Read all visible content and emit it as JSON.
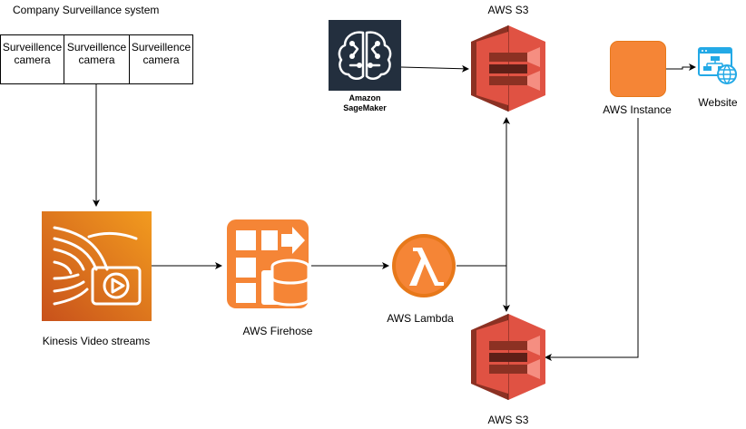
{
  "system": {
    "title": "Company Surveillance system",
    "cameras": [
      "Surveillence\ncamera",
      "Surveillence\ncamera",
      "Surveillence\ncamera"
    ]
  },
  "nodes": {
    "kinesis": "Kinesis Video streams",
    "firehose": "AWS Firehose",
    "lambda": "AWS Lambda",
    "s3_top": "AWS S3",
    "s3_bottom": "AWS S3",
    "sagemaker_line1": "Amazon",
    "sagemaker_line2": "SageMaker",
    "instance": "AWS Instance",
    "website": "Website"
  },
  "colors": {
    "aws_orange": "#e7781a",
    "s3_red": "#d04130",
    "s3_dark": "#8c2a1e",
    "sagemaker_bg": "#232f3e",
    "website_blue": "#23a9e6",
    "line": "#000000"
  }
}
